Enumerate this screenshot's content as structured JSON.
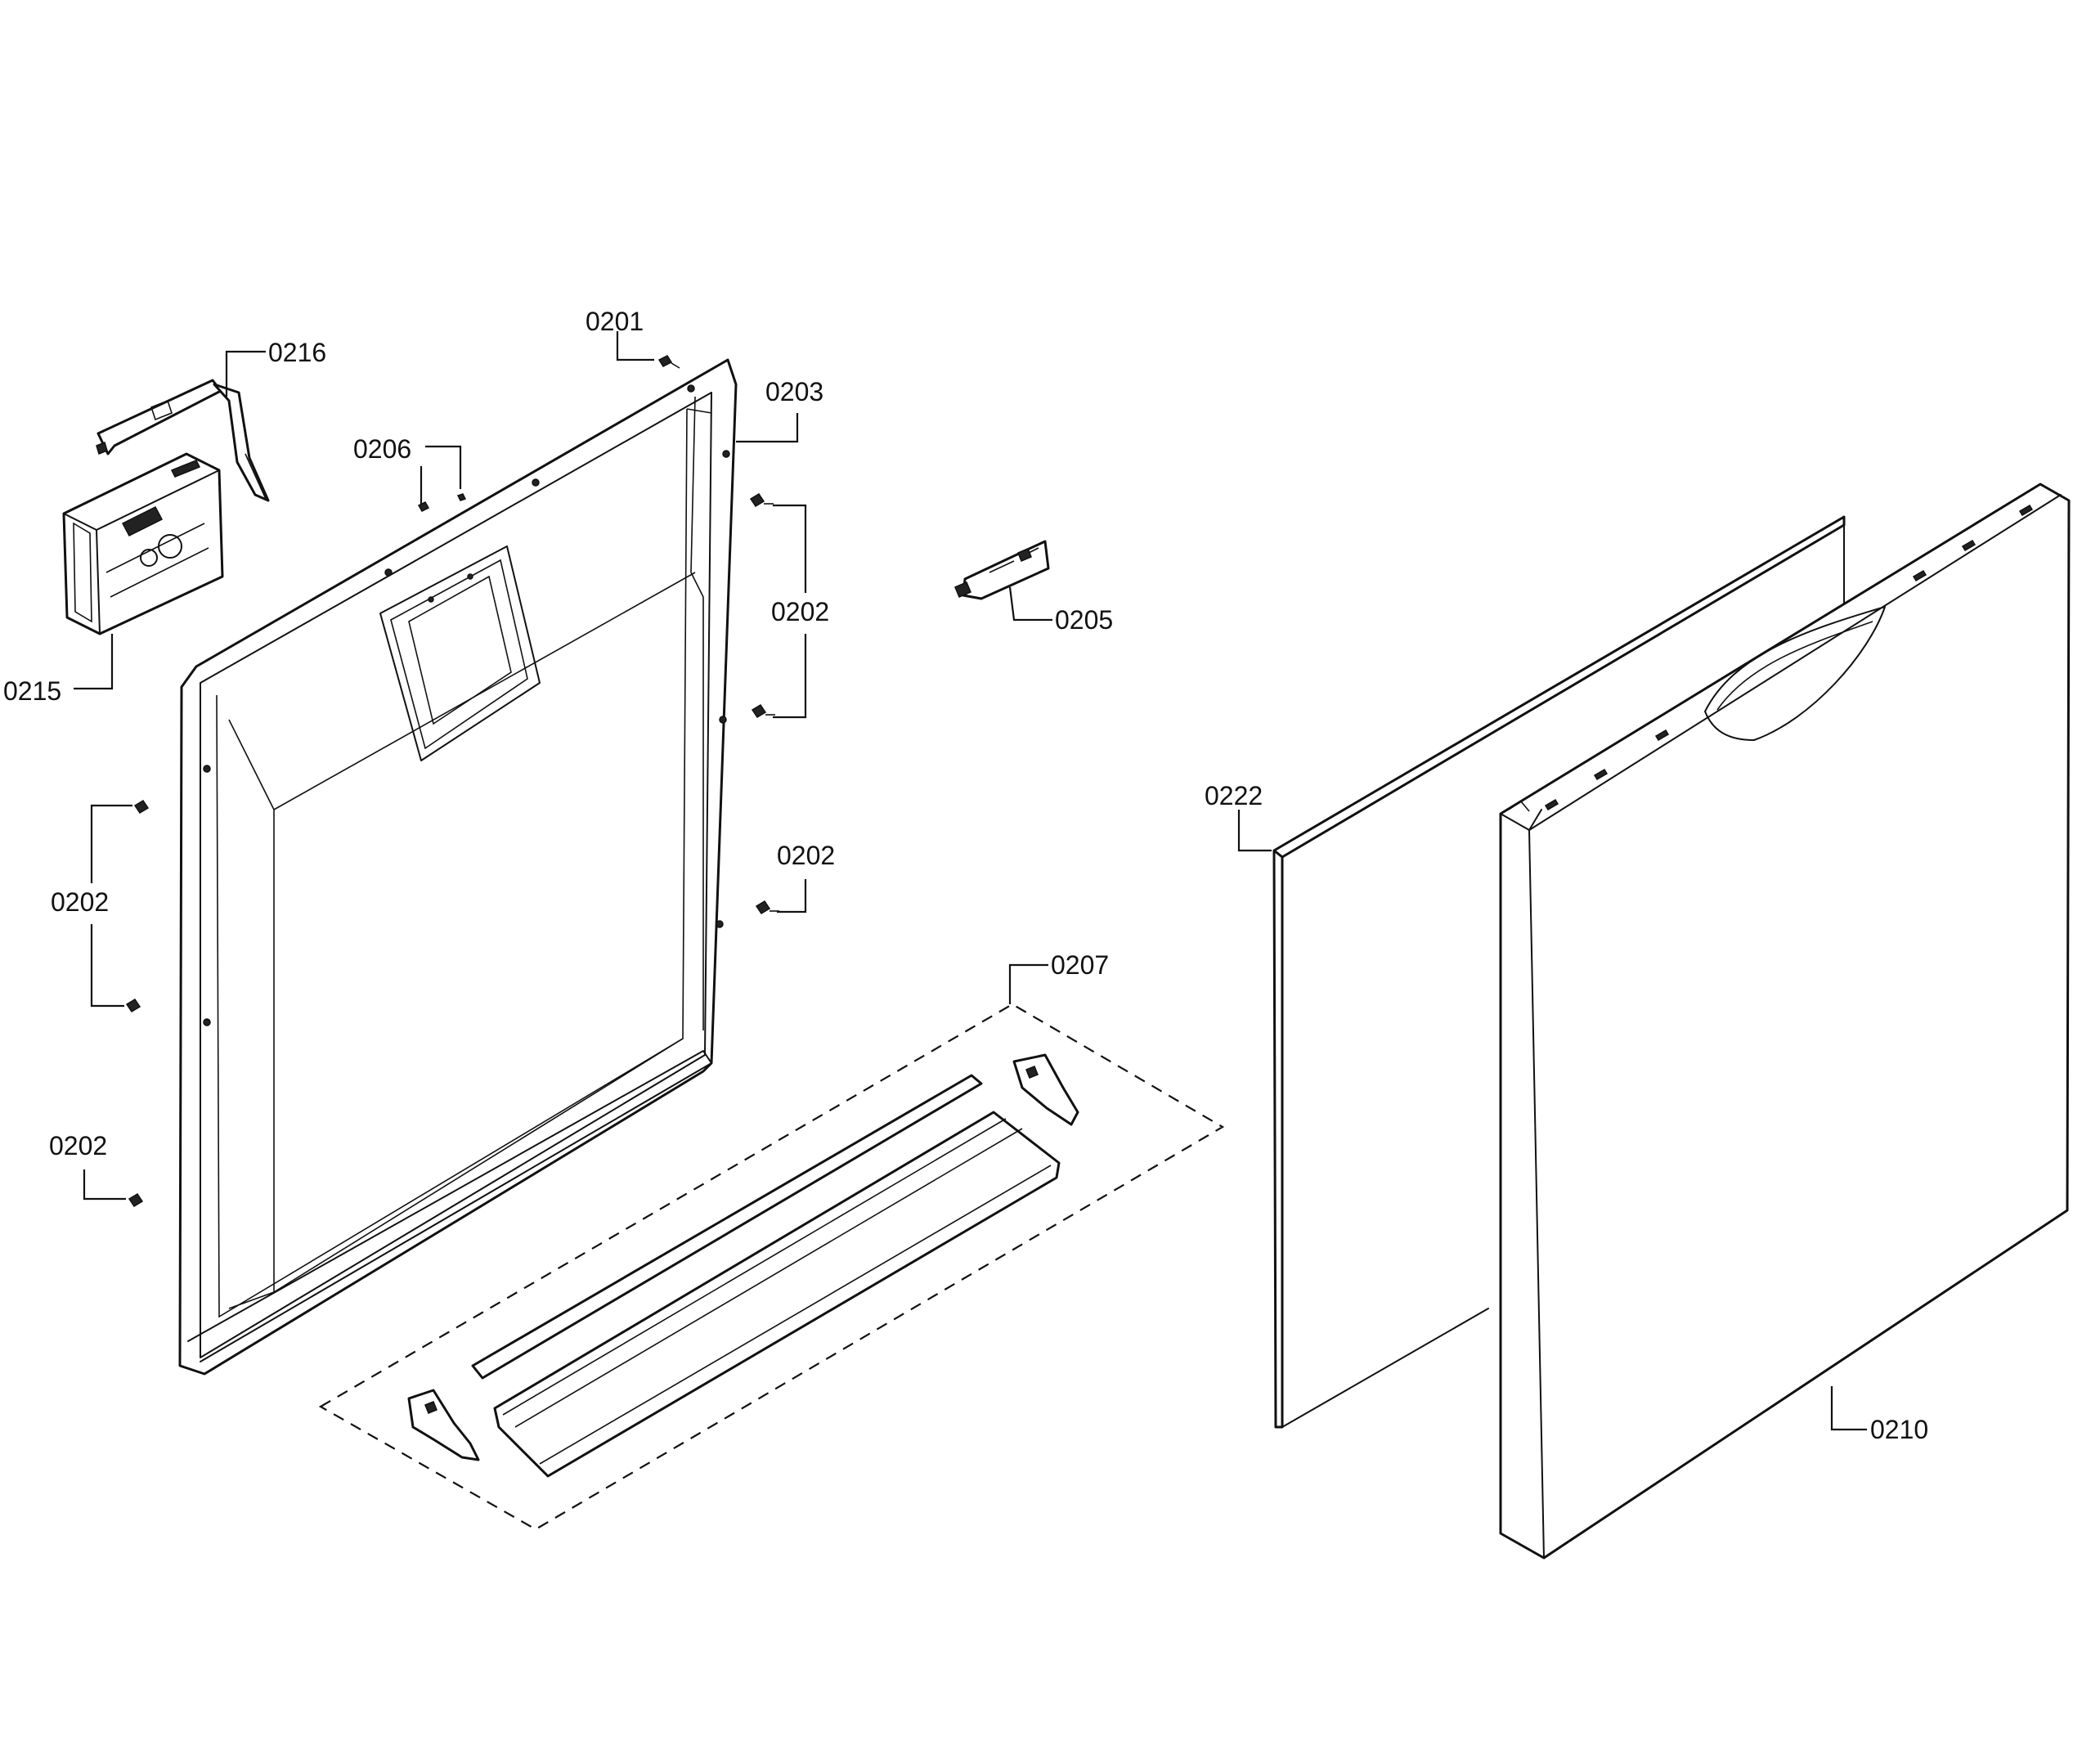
{
  "diagram": {
    "callouts": {
      "c0201": "0201",
      "c0203": "0203",
      "c0206": "0206",
      "c0216": "0216",
      "c0215": "0215",
      "c0202_right_upper": "0202",
      "c0202_right_lower": "0202",
      "c0202_left_mid": "0202",
      "c0202_left_low": "0202",
      "c0205": "0205",
      "c0207": "0207",
      "c0222": "0222",
      "c0210": "0210"
    },
    "ink_color": "#111111",
    "background_color": "#ffffff"
  }
}
